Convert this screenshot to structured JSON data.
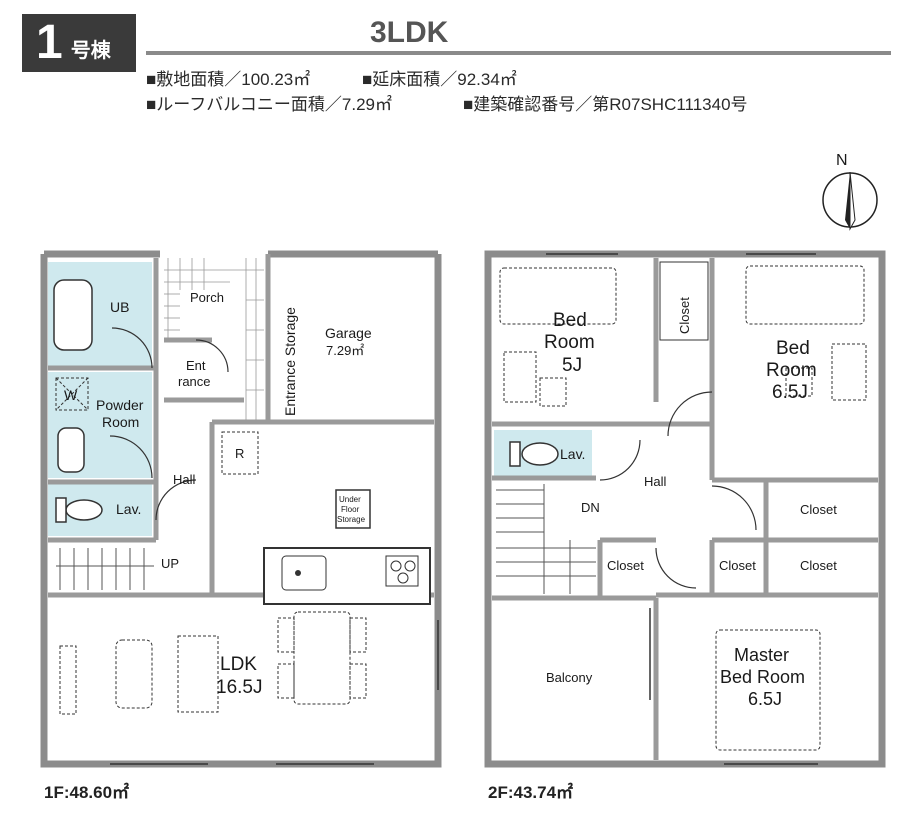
{
  "header": {
    "building_number": "1",
    "building_label": "号棟",
    "layout_type": "3LDK"
  },
  "specs": {
    "site_area": "■敷地面積／100.23㎡",
    "floor_area": "■延床面積／92.34㎡",
    "roof_balcony_area": "■ルーフバルコニー面積／7.29㎡",
    "confirmation_number": "■建築確認番号／第R07SHC111340号"
  },
  "compass": {
    "north_label": "N"
  },
  "floor1": {
    "area_label": "1F:48.60㎡",
    "rooms": {
      "ub": "UB",
      "porch": "Porch",
      "garage": "Garage",
      "garage_area": "7.29㎡",
      "entrance_storage": "Entrance Storage",
      "ent_line1": "Ent",
      "ent_line2": "rance",
      "washer": "W",
      "powder_line1": "Powder",
      "powder_line2": "Room",
      "refrigerator": "R",
      "hall": "Hall",
      "lav": "Lav.",
      "under_line1": "Under",
      "under_line2": "Floor",
      "under_line3": "Storage",
      "up": "UP",
      "ldk": "LDK",
      "ldk_size": "16.5J"
    }
  },
  "floor2": {
    "area_label": "2F:43.74㎡",
    "rooms": {
      "bed1_line1": "Bed",
      "bed1_line2": "Room",
      "bed1_size": "5J",
      "closet_vertical": "Closet",
      "bed2_line1": "Bed",
      "bed2_line2": "Room",
      "bed2_size": "6.5J",
      "lav": "Lav.",
      "hall": "Hall",
      "dn": "DN",
      "closet_a": "Closet",
      "closet_b": "Closet",
      "closet_c": "Closet",
      "closet_d": "Closet",
      "balcony": "Balcony",
      "master_line1": "Master",
      "master_line2": "Bed Room",
      "master_size": "6.5J"
    }
  }
}
